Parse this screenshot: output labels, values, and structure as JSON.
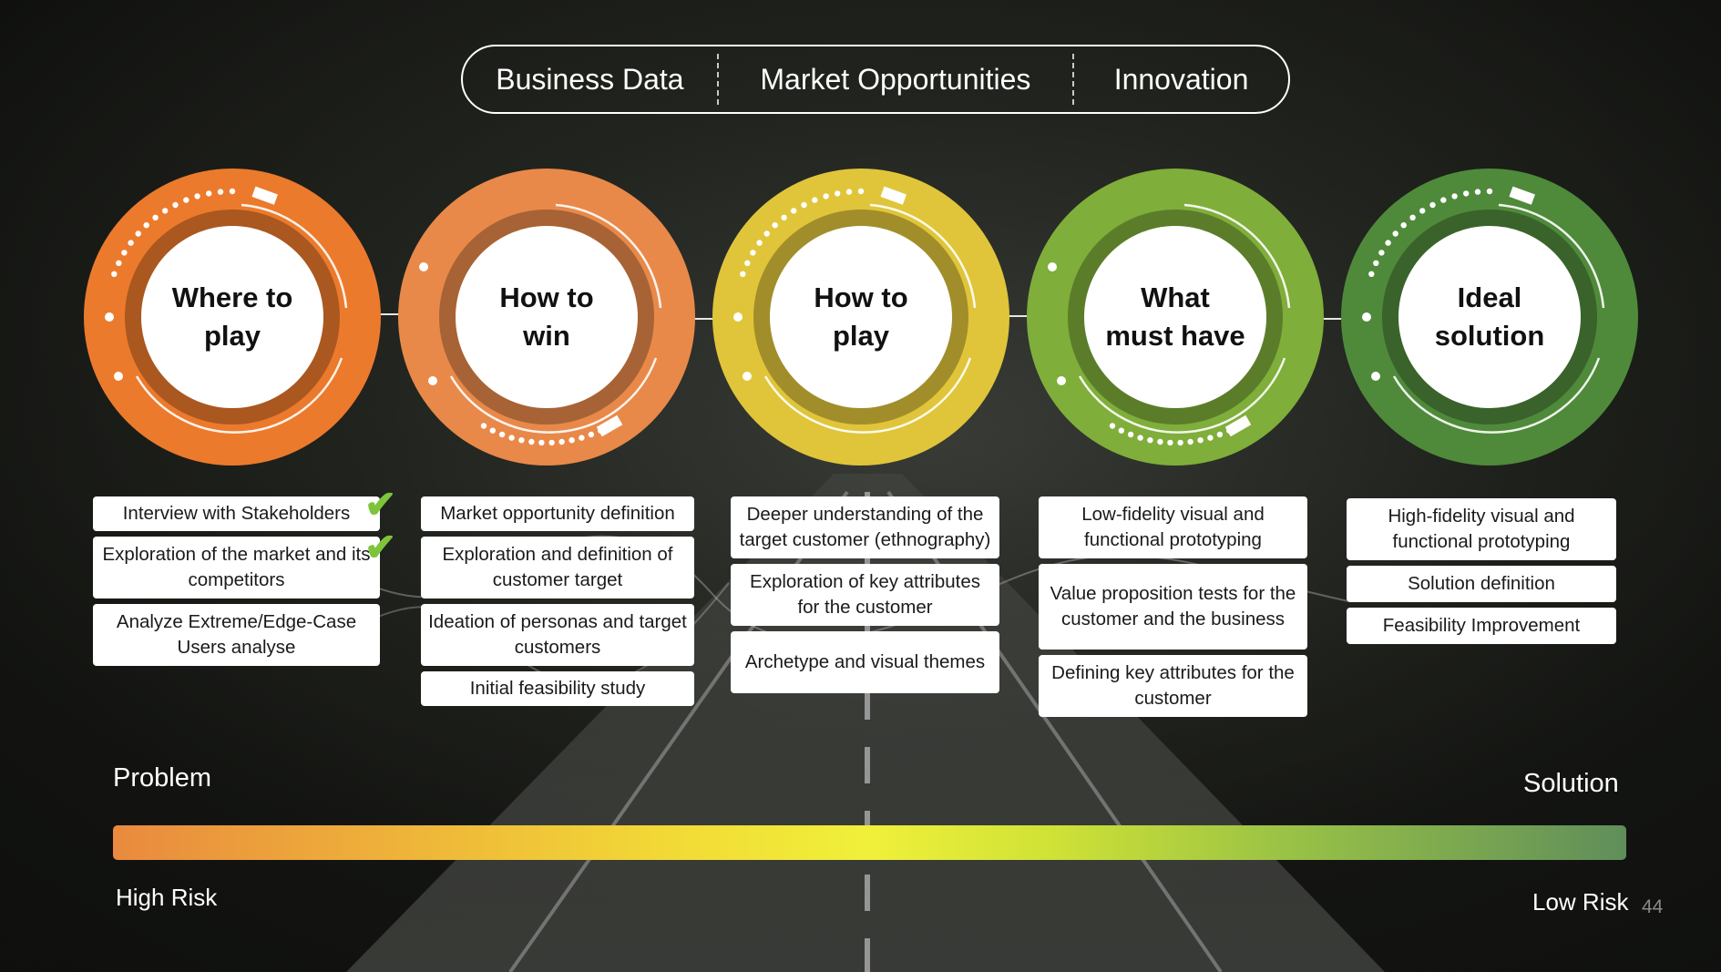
{
  "top_bar": {
    "items": [
      "Business Data",
      "Market Opportunities",
      "Innovation"
    ]
  },
  "stages": [
    {
      "title_line1": "Where to",
      "title_line2": "play",
      "color": "#ec7a2c",
      "items": [
        {
          "text": "Interview with Stakeholders",
          "checked": true
        },
        {
          "text": "Exploration of the market and its competitors",
          "checked": true
        },
        {
          "text": "Analyze Extreme/Edge-Case Users analyse",
          "checked": false
        }
      ]
    },
    {
      "title_line1": "How to",
      "title_line2": "win",
      "color": "#e8894a",
      "items": [
        {
          "text": "Market opportunity definition"
        },
        {
          "text": "Exploration and definition of customer target"
        },
        {
          "text": "Ideation of personas and target customers"
        },
        {
          "text": "Initial feasibility study"
        }
      ]
    },
    {
      "title_line1": "How to",
      "title_line2": "play",
      "color": "#e0c53a",
      "items": [
        {
          "text": "Deeper understanding of the target customer (ethnography)"
        },
        {
          "text": "Exploration of key attributes for the customer"
        },
        {
          "text": "Archetype and visual themes"
        }
      ]
    },
    {
      "title_line1": "What",
      "title_line2": "must have",
      "color": "#7fae3a",
      "items": [
        {
          "text": "Low-fidelity visual and functional prototyping"
        },
        {
          "text": "Value proposition tests for the customer and the business"
        },
        {
          "text": "Defining key attributes for the customer"
        }
      ]
    },
    {
      "title_line1": "Ideal",
      "title_line2": "solution",
      "color": "#4f8a3a",
      "items": [
        {
          "text": "High-fidelity visual and functional prototyping"
        },
        {
          "text": "Solution definition"
        },
        {
          "text": "Feasibility Improvement"
        }
      ]
    }
  ],
  "scale": {
    "left_top": "Problem",
    "right_top": "Solution",
    "left_bottom": "High Risk",
    "right_bottom": "Low Risk"
  },
  "page_number": "44",
  "colors": {
    "check": "#7ec43a",
    "bar_start": "#e98a3e",
    "bar_mid": "#f0f03a",
    "bar_end": "#5f8e5a"
  }
}
